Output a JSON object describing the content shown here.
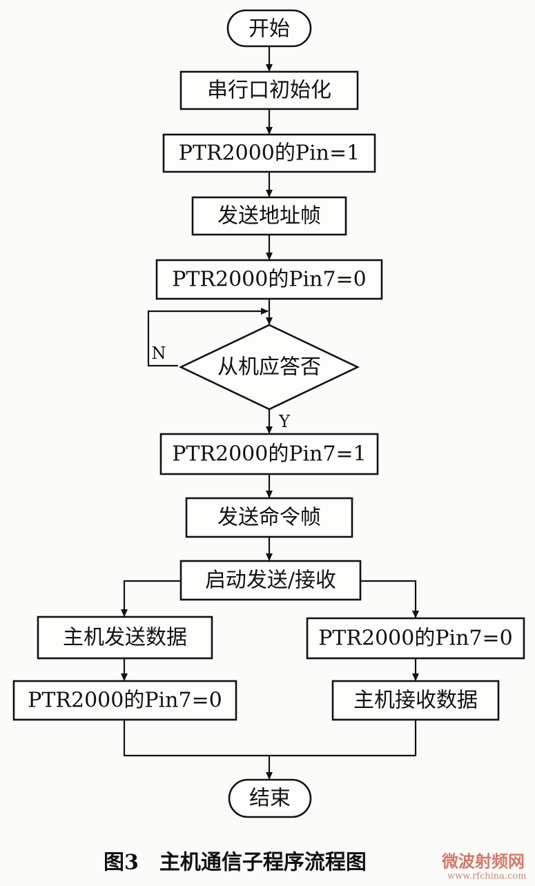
{
  "nodes": {
    "start": "开始",
    "init_serial": "串行口初始化",
    "set_pin_1": "PTR2000的Pin=1",
    "send_address": "发送地址帧",
    "set_pin7_0_a": "PTR2000的Pin7=0",
    "slave_ack": "从机应答否",
    "set_pin7_1": "PTR2000的Pin7=1",
    "send_command": "发送命令帧",
    "start_txrx": "启动发送/接收",
    "host_send": "主机发送数据",
    "set_pin7_0_b": "PTR2000的Pin7=0",
    "set_pin7_0_c": "PTR2000的Pin7=0",
    "host_receive": "主机接收数据",
    "end": "结束"
  },
  "branches": {
    "no": "N",
    "yes": "Y"
  },
  "caption": "图3　主机通信子程序流程图",
  "watermark": {
    "text": "微波射频网",
    "url": "www.rfchina.com"
  }
}
